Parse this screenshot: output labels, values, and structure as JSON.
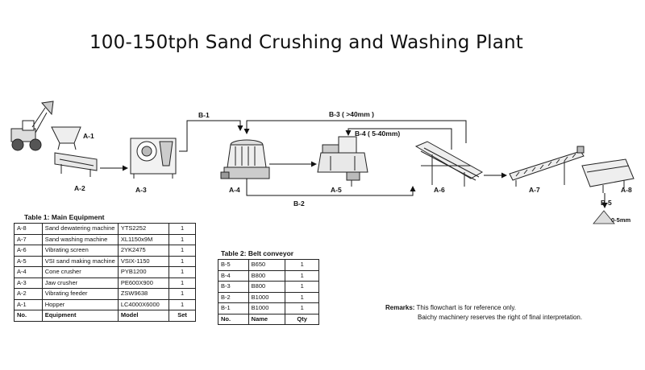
{
  "title": "100-150tph Sand Crushing and Washing Plant",
  "equipment_labels": {
    "a1": "A-1",
    "a2": "A-2",
    "a3": "A-3",
    "a4": "A-4",
    "a5": "A-5",
    "a6": "A-6",
    "a7": "A-7",
    "a8": "A-8"
  },
  "conveyor_labels": {
    "b1": "B-1",
    "b2": "B-2",
    "b3": "B-3 ( >40mm )",
    "b4": "B-4 ( 5-40mm)",
    "b5": "B-5"
  },
  "product_label": "0-5mm",
  "table1": {
    "caption": "Table 1: Main Equipment",
    "rows": [
      {
        "no": "A-8",
        "equipment": "Sand dewatering machine",
        "model": "YTS2252",
        "set": "1"
      },
      {
        "no": "A-7",
        "equipment": "Sand washing machine",
        "model": "XL1150x9M",
        "set": "1"
      },
      {
        "no": "A-6",
        "equipment": "Vibrating screen",
        "model": "2YK2475",
        "set": "1"
      },
      {
        "no": "A-5",
        "equipment": "VSI sand making machine",
        "model": "VSIX-1150",
        "set": "1"
      },
      {
        "no": "A-4",
        "equipment": "Cone crusher",
        "model": "PYB1200",
        "set": "1"
      },
      {
        "no": "A-3",
        "equipment": "Jaw crusher",
        "model": "PE600X900",
        "set": "1"
      },
      {
        "no": "A-2",
        "equipment": "Vibrating feeder",
        "model": "ZSW9638",
        "set": "1"
      },
      {
        "no": "A-1",
        "equipment": "Hopper",
        "model": "LC4000X6000",
        "set": "1"
      }
    ],
    "headers": {
      "no": "No.",
      "equipment": "Equipment",
      "model": "Model",
      "set": "Set"
    }
  },
  "table2": {
    "caption": "Table 2: Belt conveyor",
    "rows": [
      {
        "no": "B-5",
        "name": "B650",
        "qty": "1"
      },
      {
        "no": "B-4",
        "name": "B800",
        "qty": "1"
      },
      {
        "no": "B-3",
        "name": "B800",
        "qty": "1"
      },
      {
        "no": "B-2",
        "name": "B1000",
        "qty": "1"
      },
      {
        "no": "B-1",
        "name": "B1000",
        "qty": "1"
      }
    ],
    "headers": {
      "no": "No.",
      "name": "Name",
      "qty": "Qty"
    }
  },
  "remarks": {
    "label": "Remarks:",
    "line1": "This flowchart is for reference only.",
    "line2": "Baichy machinery reserves the right of final interpretation."
  }
}
